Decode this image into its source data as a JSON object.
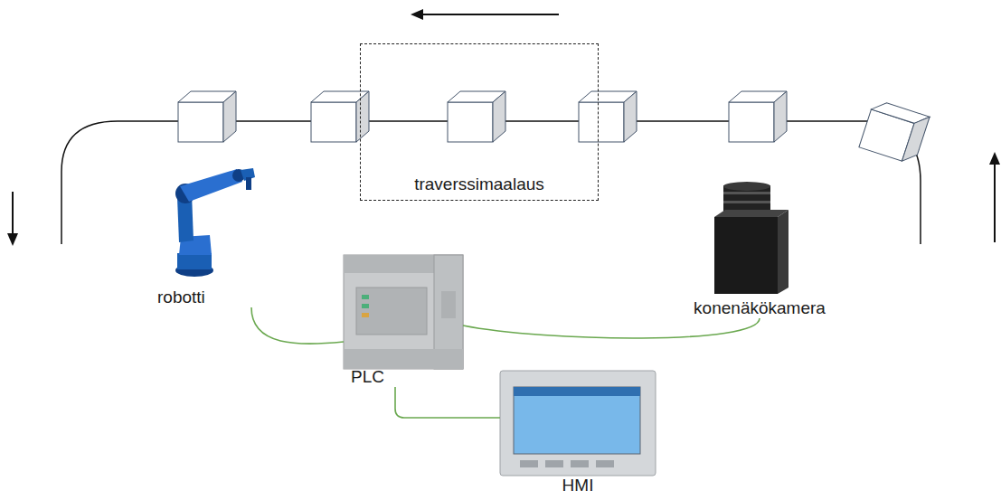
{
  "diagram": {
    "nodes": [
      {
        "text": [
          "traverssimaalaus"
        ]
      },
      {
        "text": [
          "robotti"
        ]
      },
      {
        "text": [
          "konenäkökamera"
        ]
      },
      {
        "text": [
          "PLC"
        ]
      },
      {
        "text": [
          "HMI"
        ]
      }
    ],
    "edges": [
      {
        "from": 3,
        "to": 1,
        "arrow": "none"
      },
      {
        "from": 3,
        "to": 2,
        "arrow": "none"
      },
      {
        "from": 3,
        "to": 4,
        "arrow": "none"
      }
    ]
  }
}
